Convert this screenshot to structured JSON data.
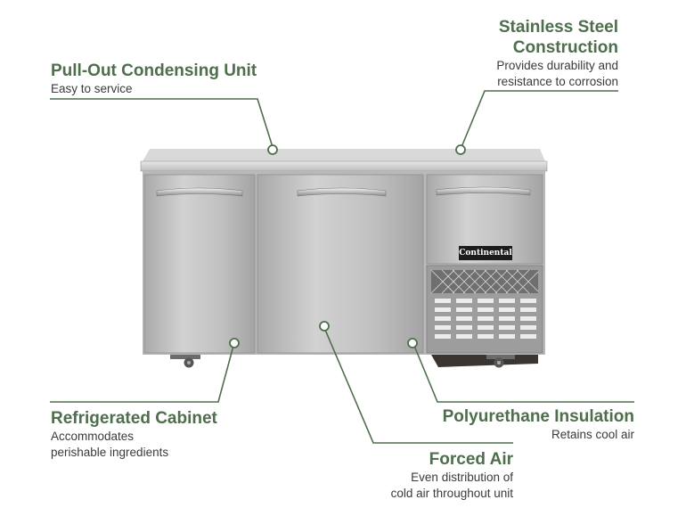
{
  "callouts": {
    "pull_out": {
      "title": "Pull-Out Condensing Unit",
      "desc": "Easy to service"
    },
    "stainless": {
      "title_line1": "Stainless Steel",
      "title_line2": "Construction",
      "desc_line1": "Provides durability and",
      "desc_line2": "resistance to corrosion"
    },
    "refrigerated": {
      "title": "Refrigerated Cabinet",
      "desc_line1": "Accommodates",
      "desc_line2": "perishable ingredients"
    },
    "polyurethane": {
      "title": "Polyurethane Insulation",
      "desc": "Retains cool air"
    },
    "forced_air": {
      "title": "Forced Air",
      "desc_line1": "Even distribution of",
      "desc_line2": "cold air throughout unit"
    }
  },
  "product": {
    "brand_logo": "Continental"
  },
  "colors": {
    "accent": "#4e6e4c",
    "text": "#3a3a3a",
    "steel": "#c4c4c4"
  }
}
